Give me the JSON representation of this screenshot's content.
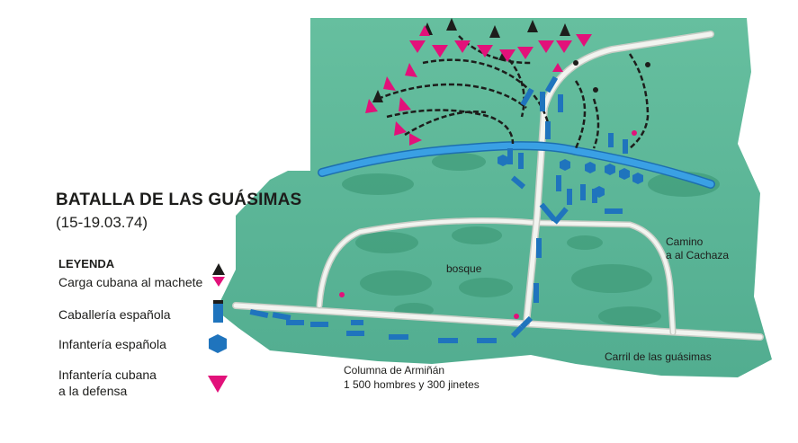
{
  "title": "BATALLA DE LAS GUÁSIMAS",
  "dates": "(15-19.03.74)",
  "legend": {
    "heading": "LEYENDA",
    "items": [
      {
        "label": "Carga cubana al machete",
        "icon": "black-pink-arrow-icon"
      },
      {
        "label": "Caballería española",
        "icon": "blue-bar-icon"
      },
      {
        "label": "Infantería española",
        "icon": "blue-hexagon-icon"
      },
      {
        "label": "Infantería cubana",
        "label2": "a la defensa",
        "icon": "pink-triangle-icon"
      }
    ]
  },
  "map_labels": {
    "bosque": "bosque",
    "camino_line1": "Camino",
    "camino_line2": "a al Cachaza",
    "carril": "Carril de las guásimas",
    "columna_line1": "Columna de Armiñán",
    "columna_line2": "1 500 hombres y 300 jinetes"
  },
  "colors": {
    "forest": "#5fb89a",
    "river": "#2f8fd6",
    "road": "#e9ece7",
    "cuban": "#e2117a",
    "spanish": "#1f74bd",
    "text": "#1d1d1b"
  }
}
